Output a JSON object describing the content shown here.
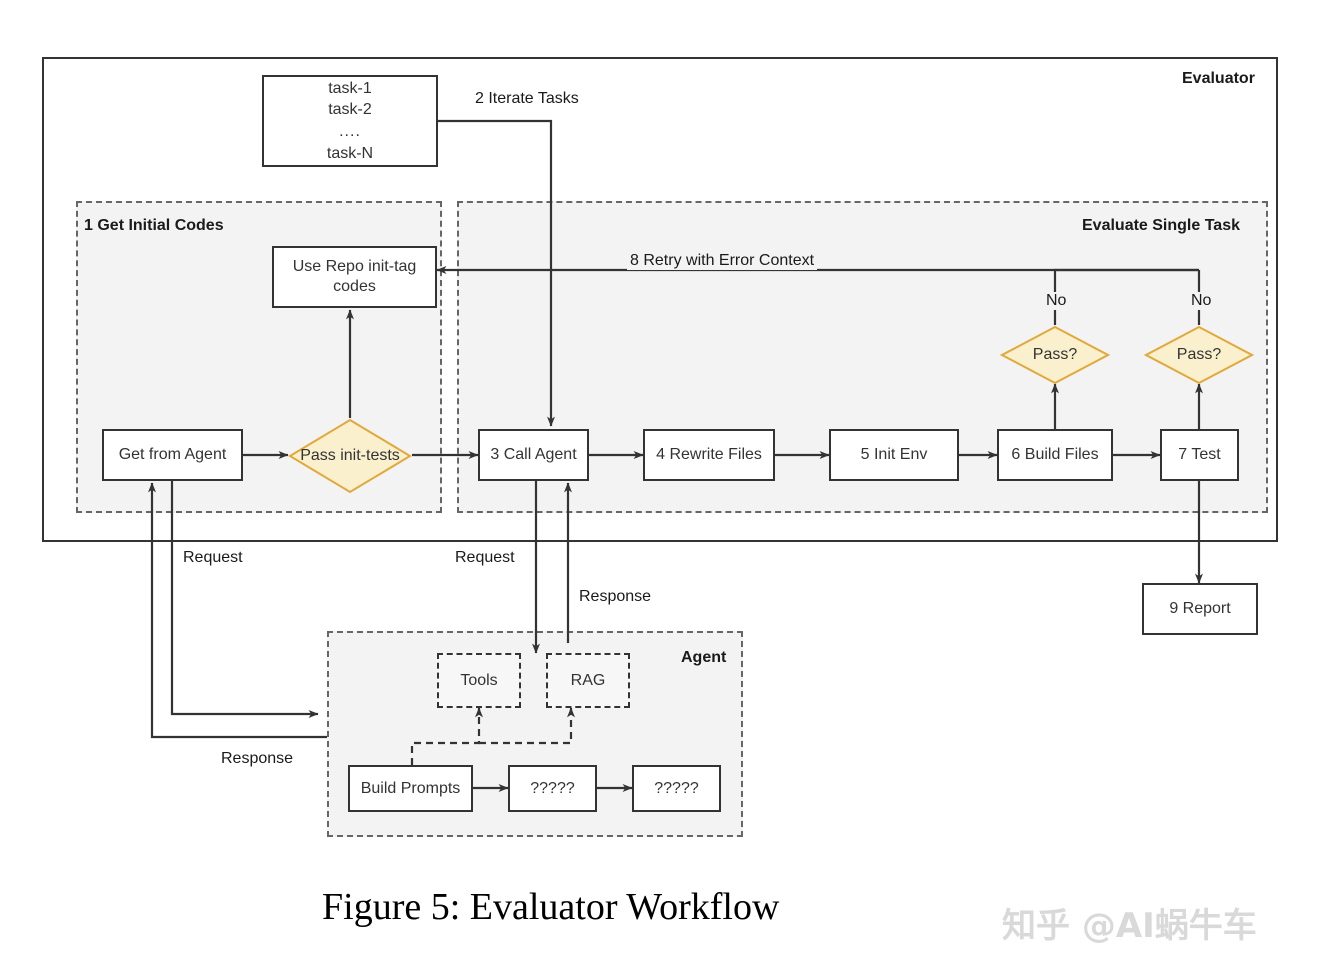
{
  "figure": {
    "caption": "Figure 5: Evaluator Workflow",
    "watermark": "知乎 @AI蜗牛车"
  },
  "colors": {
    "decision_fill": "#fbf0cd",
    "decision_stroke": "#e0a93b",
    "group_fill": "#f3f3f3",
    "group_stroke": "#666666",
    "node_stroke": "#333333",
    "text": "#333333",
    "watermark": "#d9d9d9"
  },
  "containers": {
    "evaluator": {
      "title": "Evaluator"
    },
    "get_initial_codes": {
      "title": "1 Get Initial Codes"
    },
    "evaluate_single_task": {
      "title": "Evaluate Single Task"
    },
    "agent": {
      "title": "Agent"
    }
  },
  "task_list": {
    "lines": [
      "task-1",
      "task-2",
      "....",
      "task-N"
    ]
  },
  "nodes": {
    "use_repo_init_tag": "Use Repo init-tag codes",
    "get_from_agent": "Get from Agent",
    "pass_init_tests": "Pass init-tests",
    "call_agent": "3 Call Agent",
    "rewrite_files": "4 Rewrite Files",
    "init_env": "5 Init Env",
    "build_files": "6 Build Files",
    "test": "7 Test",
    "pass_build": "Pass?",
    "pass_test": "Pass?",
    "report": "9 Report",
    "tools": "Tools",
    "rag": "RAG",
    "build_prompts": "Build Prompts",
    "agent_step_2": "?????",
    "agent_step_3": "?????"
  },
  "edge_labels": {
    "iterate_tasks": "2 Iterate Tasks",
    "retry_error_context": "8 Retry with Error Context",
    "no_build": "No",
    "no_test": "No",
    "request_left": "Request",
    "request_mid": "Request",
    "response_mid": "Response",
    "response_left": "Response"
  }
}
